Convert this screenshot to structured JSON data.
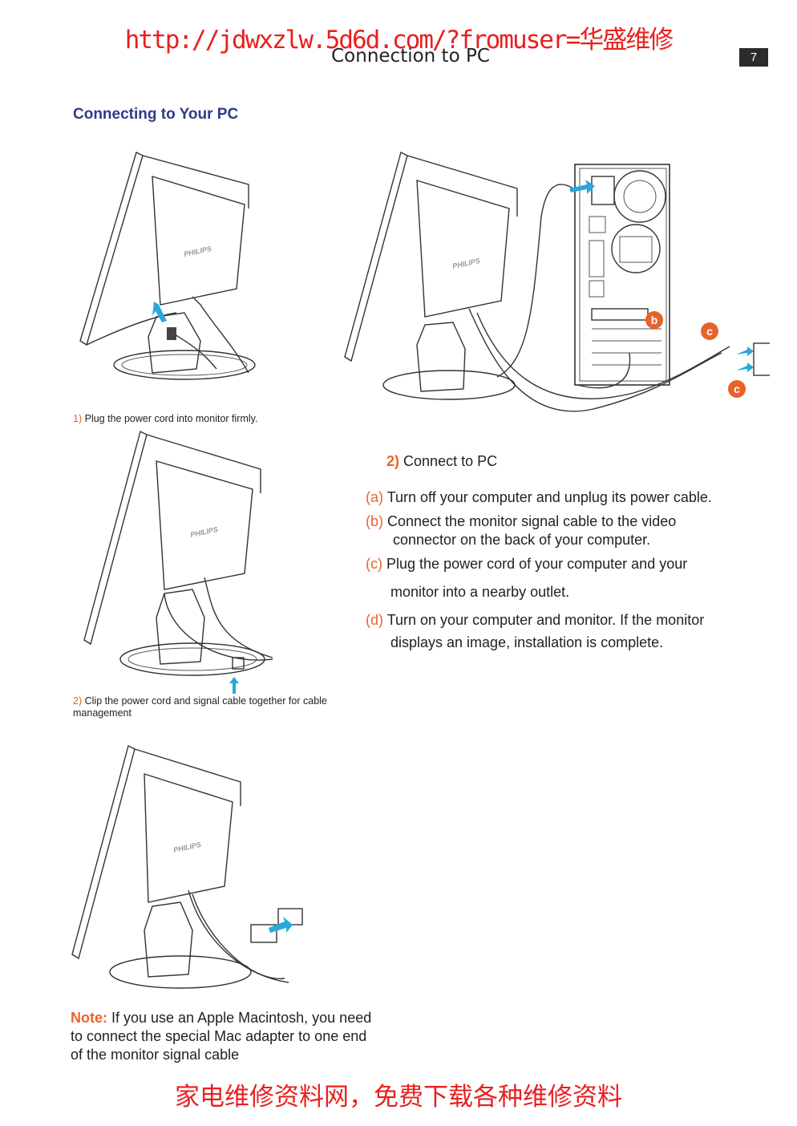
{
  "watermark_url": "http://jdwxzlw.5d6d.com/?fromuser=华盛维修",
  "header_title": "Connection to PC",
  "page_number": "7",
  "section_title": "Connecting to Your PC",
  "brand_label": "PHILIPS",
  "captions": {
    "c1_num": "1)",
    "c1_text": "Plug the power cord into monitor firmly.",
    "c2_num": "2)",
    "c2_text": "Clip the power cord and signal cable together for cable",
    "c2_text2": "management"
  },
  "callouts": {
    "b": "b",
    "c": "c"
  },
  "step2": {
    "num": "2)",
    "title": "Connect to PC"
  },
  "instructions": [
    {
      "letter": "(a)",
      "text": "Turn off your computer and unplug its power cable."
    },
    {
      "letter": "(b)",
      "text": "Connect the monitor signal cable to the video",
      "text2": "connector on the back of your computer."
    },
    {
      "letter": "(c)",
      "text": "Plug the power cord of your computer and your",
      "text2": "monitor into a nearby outlet."
    },
    {
      "letter": "(d)",
      "text": "Turn on your computer and monitor. If the monitor",
      "text2": "displays an image, installation is complete."
    }
  ],
  "note": {
    "label": "Note:",
    "line1": " If you use an Apple Macintosh, you need",
    "line2": "to connect the special Mac adapter to one end",
    "line3": "of the monitor signal cable"
  },
  "footer_text": "家电维修资料网，免费下载各种维修资料",
  "colors": {
    "red": "#e8201f",
    "accent": "#e8632a",
    "navy": "#2e3a8c",
    "arrow": "#2aa8d8"
  }
}
